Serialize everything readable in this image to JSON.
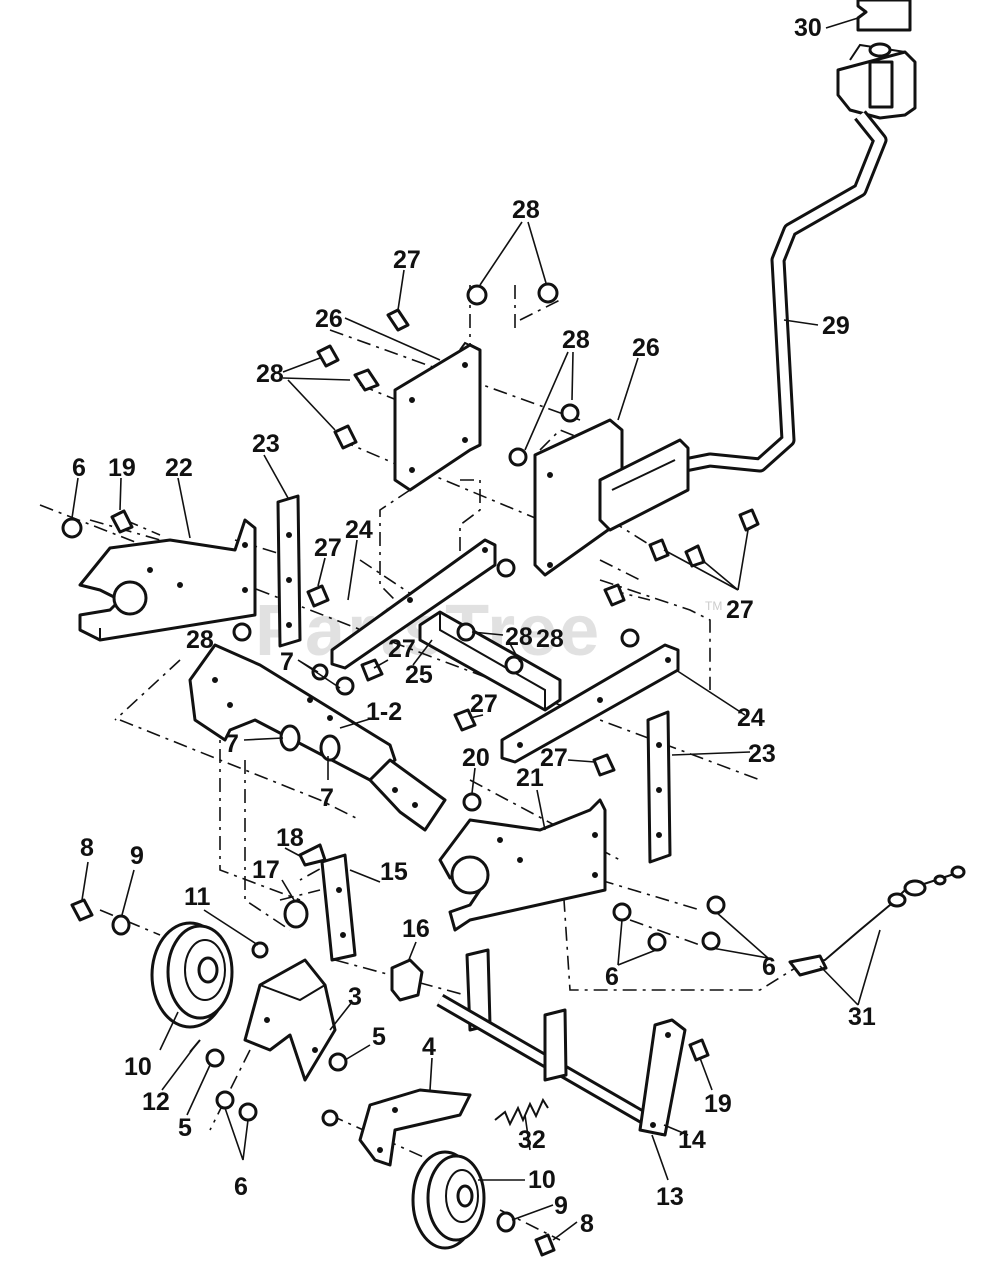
{
  "watermark": {
    "text": "PartsTree",
    "tm": "TM"
  },
  "callouts": [
    {
      "id": "c30",
      "text": "30"
    },
    {
      "id": "c29",
      "text": "29"
    },
    {
      "id": "c28a",
      "text": "28"
    },
    {
      "id": "c27a",
      "text": "27"
    },
    {
      "id": "c26a",
      "text": "26"
    },
    {
      "id": "c28b",
      "text": "28"
    },
    {
      "id": "c28c",
      "text": "28"
    },
    {
      "id": "c26b",
      "text": "26"
    },
    {
      "id": "c23a",
      "text": "23"
    },
    {
      "id": "c6a",
      "text": "6"
    },
    {
      "id": "c19a",
      "text": "19"
    },
    {
      "id": "c22",
      "text": "22"
    },
    {
      "id": "c27b",
      "text": "27"
    },
    {
      "id": "c24a",
      "text": "24"
    },
    {
      "id": "c27c",
      "text": "27"
    },
    {
      "id": "c28d",
      "text": "28"
    },
    {
      "id": "c28e",
      "text": "28"
    },
    {
      "id": "c7a",
      "text": "7"
    },
    {
      "id": "c27d",
      "text": "27"
    },
    {
      "id": "c28f",
      "text": "28"
    },
    {
      "id": "c25",
      "text": "25"
    },
    {
      "id": "c1-2",
      "text": "1-2"
    },
    {
      "id": "c7b",
      "text": "7"
    },
    {
      "id": "c27e",
      "text": "27"
    },
    {
      "id": "c24b",
      "text": "24"
    },
    {
      "id": "c23b",
      "text": "23"
    },
    {
      "id": "c7c",
      "text": "7"
    },
    {
      "id": "c20",
      "text": "20"
    },
    {
      "id": "c27f",
      "text": "27"
    },
    {
      "id": "c21",
      "text": "21"
    },
    {
      "id": "c8a",
      "text": "8"
    },
    {
      "id": "c9a",
      "text": "9"
    },
    {
      "id": "c18",
      "text": "18"
    },
    {
      "id": "c17",
      "text": "17"
    },
    {
      "id": "c15",
      "text": "15"
    },
    {
      "id": "c11",
      "text": "11"
    },
    {
      "id": "c16",
      "text": "16"
    },
    {
      "id": "c6b",
      "text": "6"
    },
    {
      "id": "c6c",
      "text": "6"
    },
    {
      "id": "c31",
      "text": "31"
    },
    {
      "id": "c3",
      "text": "3"
    },
    {
      "id": "c10a",
      "text": "10"
    },
    {
      "id": "c5a",
      "text": "5"
    },
    {
      "id": "c4",
      "text": "4"
    },
    {
      "id": "c12",
      "text": "12"
    },
    {
      "id": "c19b",
      "text": "19"
    },
    {
      "id": "c5b",
      "text": "5"
    },
    {
      "id": "c32",
      "text": "32"
    },
    {
      "id": "c14",
      "text": "14"
    },
    {
      "id": "c6d",
      "text": "6"
    },
    {
      "id": "c10b",
      "text": "10"
    },
    {
      "id": "c13",
      "text": "13"
    },
    {
      "id": "c9b",
      "text": "9"
    },
    {
      "id": "c8b",
      "text": "8"
    }
  ]
}
